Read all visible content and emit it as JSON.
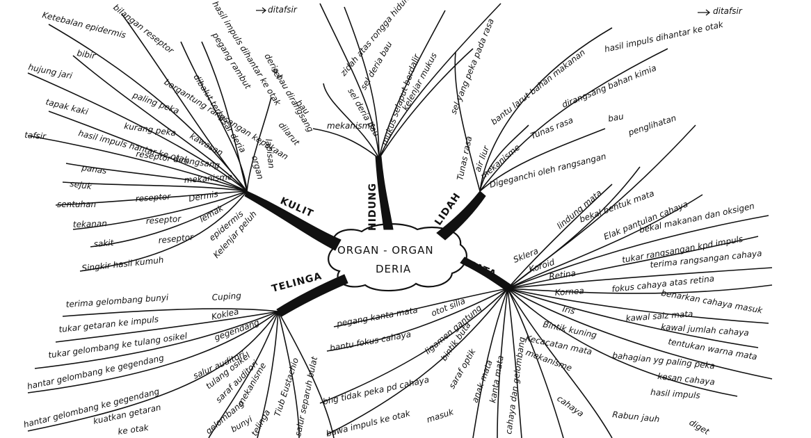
{
  "center": {
    "line1": "ORGAN - ORGAN",
    "line2": "DERIA"
  },
  "colors": {
    "ink": "#111111",
    "paper": "#ffffff"
  },
  "branches": {
    "kulit": {
      "label": "KULIT",
      "items": [
        "Ketebalan epidermis",
        "bilangan reseptor",
        "bibir",
        "hujung jari",
        "tapak kaki",
        "paling peka",
        "kurang peka",
        "bergantung rangsangan kepekaan",
        "kawasan",
        "tafsir",
        "hasil impuls hantar ke otak",
        "reseptor dirangsang",
        "mekanisme",
        "panas",
        "sejuk",
        "sentuhan",
        "reseptor",
        "Dermis",
        "tekanan",
        "reseptor",
        "lemak",
        "sakit",
        "reseptor",
        "epidermis",
        "Singkir hasil kumuh",
        "Kelenjar peluh",
        "dibalut terbesar deria",
        "organ",
        "lapisan"
      ]
    },
    "hidung": {
      "label": "HIDUNG",
      "items": [
        "hasil impuls dihantar ke otak",
        "ditafsir",
        "pegang rambut",
        "deria bau dirangsang",
        "sel",
        "bau",
        "dilarut",
        "mekanisme",
        "sel deria bau",
        "mukus selaput berdalir",
        "zidah atas rongga hidung",
        "sel deria bau",
        "kelenjar mukus"
      ]
    },
    "lidah": {
      "label": "LIDAH",
      "items": [
        "ditafsir",
        "hasil impuls dihantar ke otak",
        "sel yang peka pada rasa",
        "bantu larut bahan makanan",
        "dirangsang bahan kimia",
        "Tunas rasa",
        "air liur",
        "mekanisme",
        "Tunas rasa"
      ]
    },
    "mata": {
      "label": "MATA",
      "items": [
        "bau",
        "penglihatan",
        "Digeganchi oleh rangsangan",
        "lindung mata",
        "bekal bentuk mata",
        "Elak pantulan cahaya",
        "bekal makanan dan oksigen",
        "Sklera",
        "Koroid",
        "tukar rangsangan kpd impuls",
        "Retina",
        "terima rangsangan cahaya",
        "Kornea",
        "fokus cahaya atas retina",
        "benarkan cahaya masuk",
        "Iris",
        "kawal saiz mata",
        "kawal jumlah cahaya",
        "Bintik kuning",
        "tentukan warna mata",
        "Kecacatan mata",
        "bahagian yg paling peka",
        "kesan cahaya",
        "hasil impuls",
        "mekanisme",
        "Rabun jauh",
        "diget",
        "cahaya"
      ]
    },
    "telinga": {
      "label": "TELINGA",
      "items": [
        "terima gelombang bunyi",
        "Cuping",
        "tukar getaran ke impuls",
        "Koklea",
        "tukar gelombang ke tulang osikel",
        "gegendang",
        "hantar gelombang ke gegendang",
        "salur auditori",
        "hantar gelombang ke gegendang",
        "tulang osikel",
        "kuatkan getaran",
        "saraf auditori",
        "ke otak",
        "gelombang",
        "mekanisme",
        "bunyi",
        "telinga",
        "Tiub Eustachio",
        "salur separuh bulat"
      ]
    },
    "mata_lower": {
      "items": [
        "pegang kanta mata",
        "otot silia",
        "bantu fokus cahaya",
        "ligamen gantung",
        "bintik buta",
        "bhg tidak peka pd cahaya",
        "saraf optik",
        "bawa impuls ke otak",
        "anak mata",
        "kanta mata",
        "masuk",
        "cahaya dan gelombang"
      ]
    }
  }
}
